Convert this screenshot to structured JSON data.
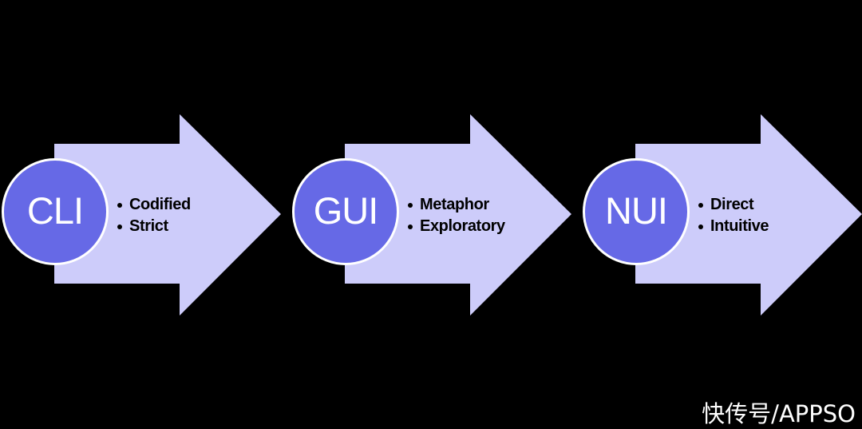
{
  "diagram": {
    "background": "#000000",
    "arrow_fill": "#cdccfa",
    "circle_fill": "#6669e6",
    "circle_border": "#ffffff",
    "stages": [
      {
        "label": "CLI",
        "bullets": [
          "Codified",
          "Strict"
        ]
      },
      {
        "label": "GUI",
        "bullets": [
          "Metaphor",
          "Exploratory"
        ]
      },
      {
        "label": "NUI",
        "bullets": [
          "Direct",
          "Intuitive"
        ]
      }
    ]
  },
  "watermark": {
    "text": "快传号/APPSO"
  }
}
